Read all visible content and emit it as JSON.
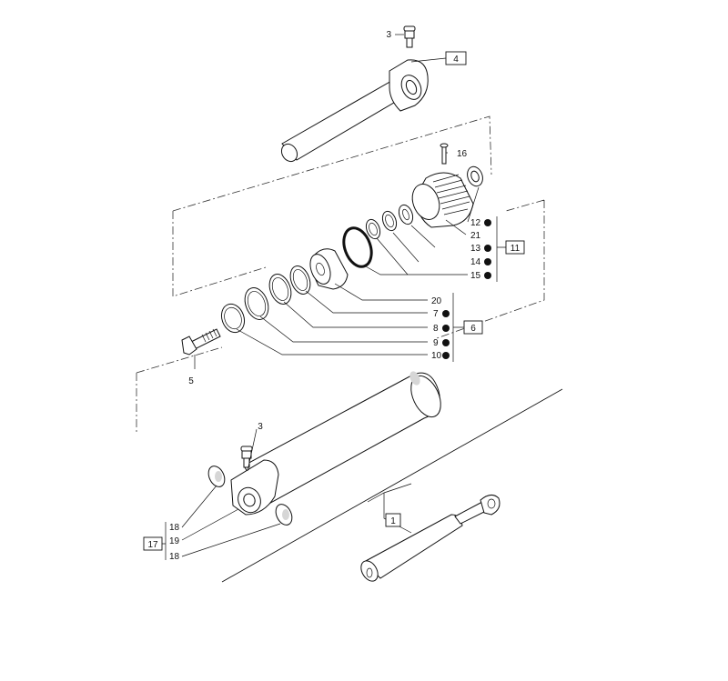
{
  "callouts": {
    "c1": "1",
    "c3_top": "3",
    "c3_bottom": "3",
    "c4": "4",
    "c5": "5",
    "c6": "6",
    "c7": "7",
    "c8": "8",
    "c9": "9",
    "c10": "10",
    "c11": "11",
    "c12": "12",
    "c13": "13",
    "c14": "14",
    "c15": "15",
    "c16": "16",
    "c17": "17",
    "c18_a": "18",
    "c18_b": "18",
    "c19": "19",
    "c20": "20",
    "c21": "21"
  },
  "kit_groups": {
    "group_6_items": [
      "20",
      "7",
      "8",
      "9",
      "10"
    ],
    "group_11_items": [
      "12",
      "21",
      "13",
      "14",
      "15"
    ],
    "group_17_items": [
      "18",
      "19",
      "18"
    ]
  },
  "kit_marker_meaning": "black dot marks parts included in kit"
}
